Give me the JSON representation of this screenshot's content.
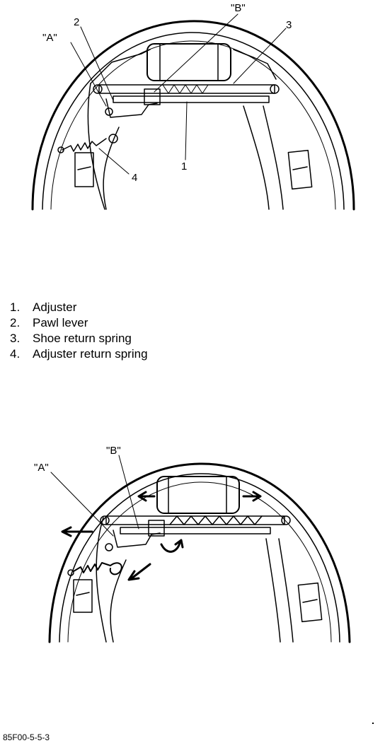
{
  "top_figure": {
    "callouts": {
      "a": "\"A\"",
      "b": "\"B\"",
      "n1": "1",
      "n2": "2",
      "n3": "3",
      "n4": "4"
    }
  },
  "legend": [
    {
      "num": "1.",
      "label": "Adjuster"
    },
    {
      "num": "2.",
      "label": "Pawl lever"
    },
    {
      "num": "3.",
      "label": "Shoe return spring"
    },
    {
      "num": "4.",
      "label": "Adjuster return spring"
    }
  ],
  "bottom_figure": {
    "callouts": {
      "a": "\"A\"",
      "b": "\"B\""
    }
  },
  "figure_code": "85F00-5-5-3"
}
